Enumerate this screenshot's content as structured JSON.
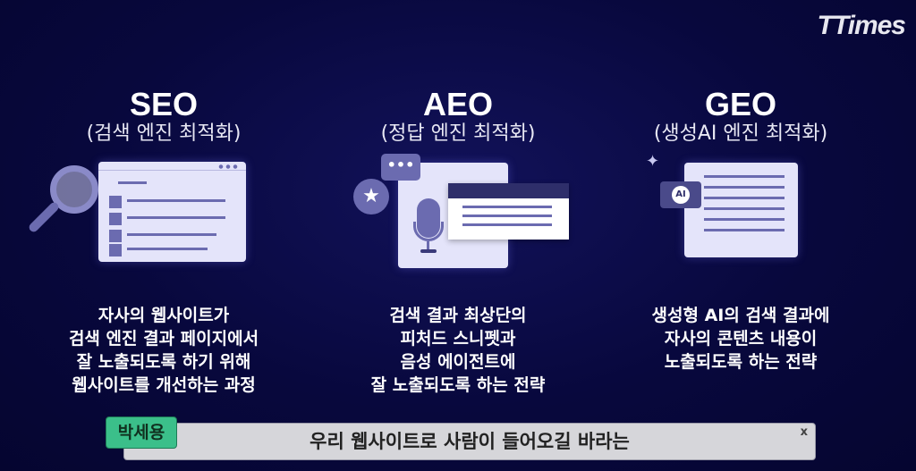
{
  "logo": "TTimes",
  "columns": [
    {
      "title": "SEO",
      "subtitle": "(검색 엔진 최적화)",
      "description": [
        "자사의 웹사이트가",
        "검색 엔진 결과 페이지에서",
        "잘 노출되도록 하기 위해",
        "웹사이트를 개선하는 과정"
      ]
    },
    {
      "title": "AEO",
      "subtitle": "(정답 엔진 최적화)",
      "description": [
        "검색 결과 최상단의",
        "피처드 스니펫과",
        "음성 에이전트에",
        "잘 노출되도록 하는 전략"
      ]
    },
    {
      "title": "GEO",
      "subtitle": "(생성AI 엔진 최적화)",
      "description": [
        "생성형 AI의 검색 결과에",
        "자사의 콘텐츠 내용이",
        "노출되도록 하는 전략"
      ]
    }
  ],
  "ai_badge": "AI",
  "subtitle_bar": {
    "speaker": "박세용",
    "text": "우리 웹사이트로 사람이 들어오길 바라는",
    "close": "x"
  }
}
